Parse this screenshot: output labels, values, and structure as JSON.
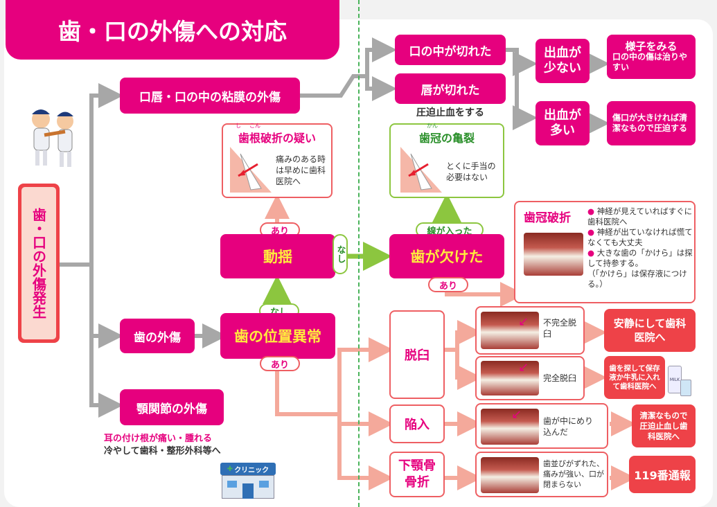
{
  "title": "歯・口の外傷への対応",
  "start": "歯・口の外傷発生",
  "branch": {
    "mucosa": "口唇・口の中の粘膜の外傷",
    "tooth": "歯の外傷",
    "tmj": "顎関節の外傷"
  },
  "tmj_note1": "耳の付け根が痛い・腫れる",
  "tmj_note2": "冷やして歯科・整形外科等へ",
  "clinic_label": "クリニック",
  "mouth_cut": "口の中が切れた",
  "lip_cut": "唇が切れた",
  "pressure": "圧迫止血をする",
  "little_bleed": "出血が少ない",
  "much_bleed": "出血が多い",
  "watch_title": "様子をみる",
  "watch_text": "口の中の傷は治りやすい",
  "large_wound_text": "傷口が大きければ清潔なもので圧迫する",
  "root_fx": {
    "title": "歯根破折の疑い",
    "ruby1": "し",
    "ruby2": "こん",
    "text": "痛みのある時は早めに歯科医院へ"
  },
  "crown_crack": {
    "title": "歯冠の亀裂",
    "ruby": "かん",
    "text": "とくに手当の必要はない"
  },
  "mobility": "動揺",
  "position": "歯の位置異常",
  "chipped": "歯が欠けた",
  "labels": {
    "ari": "あり",
    "nashi": "なし",
    "lines": "線が入った"
  },
  "crown_fx": {
    "title": "歯冠破折",
    "bullets": [
      "神経が見えていればすぐに歯科医院へ",
      "神経が出ていなければ慌てなくても大丈夫",
      "大きな歯の「かけら」は探して持参する。"
    ],
    "sub": "（「かけら」は保存液につける。）"
  },
  "dislocation": "脱臼",
  "incomplete": "不完全脱臼",
  "complete": "完全脱臼",
  "rest": "安静にして歯科医院へ",
  "preserve": "歯を探して保存液か牛乳に入れて歯科医院へ",
  "milk_label": "MILK",
  "intrusion": "陥入",
  "intrusion_desc": "歯が中にめり込んだ",
  "intrusion_act": "清潔なもので圧迫止血し歯科医院へ",
  "jaw_fx": "下顎骨骨折",
  "jaw_desc": "歯並びがずれた、痛みが強い、口が閉まらない",
  "call": "119番通報",
  "colors": {
    "magenta": "#e6007e",
    "red": "#ee4248",
    "yellow": "#ffec3d",
    "green": "#8cc63f",
    "salmon": "#f4a99b",
    "gray": "#a7a7a7"
  }
}
